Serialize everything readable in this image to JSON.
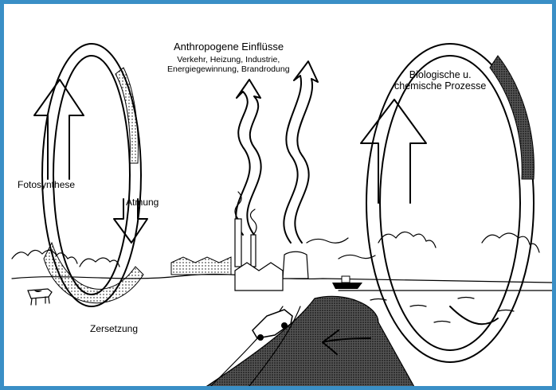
{
  "labels": {
    "anthropogenic_title": "Anthropogene Einflüsse",
    "anthropogenic_sub_1": "Verkehr, Heizung, Industrie,",
    "anthropogenic_sub_2": "Energiegewinnung, Brandrodung",
    "biological_1": "Biologische u.",
    "biological_2": "chemische Prozesse",
    "photosynthesis": "Fotosynthese",
    "respiration": "Atmung",
    "decomposition": "Zersetzung"
  },
  "colors": {
    "frame": "#3a8fc6",
    "ink": "#000000",
    "background": "#ffffff"
  }
}
